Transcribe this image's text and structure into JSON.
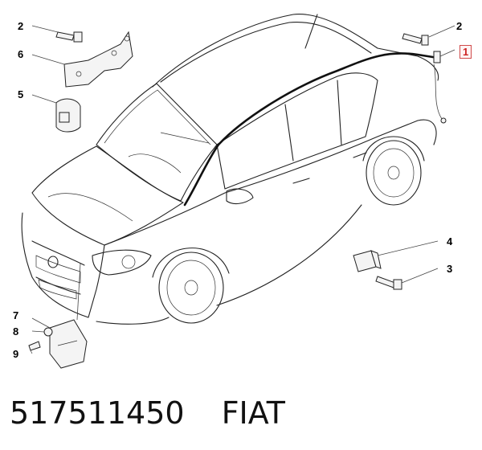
{
  "callouts": [
    {
      "id": "c2a",
      "label": "2"
    },
    {
      "id": "c6",
      "label": "6"
    },
    {
      "id": "c5",
      "label": "5"
    },
    {
      "id": "c2b",
      "label": "2"
    },
    {
      "id": "c1",
      "label": "1"
    },
    {
      "id": "c4",
      "label": "4"
    },
    {
      "id": "c3",
      "label": "3"
    },
    {
      "id": "c7",
      "label": "7"
    },
    {
      "id": "c8",
      "label": "8"
    },
    {
      "id": "c9",
      "label": "9"
    }
  ],
  "footer": {
    "part_number": "517511450",
    "brand": "FIAT"
  },
  "colors": {
    "highlight_border": "#d04a4a",
    "highlight_text": "#cc2222"
  }
}
